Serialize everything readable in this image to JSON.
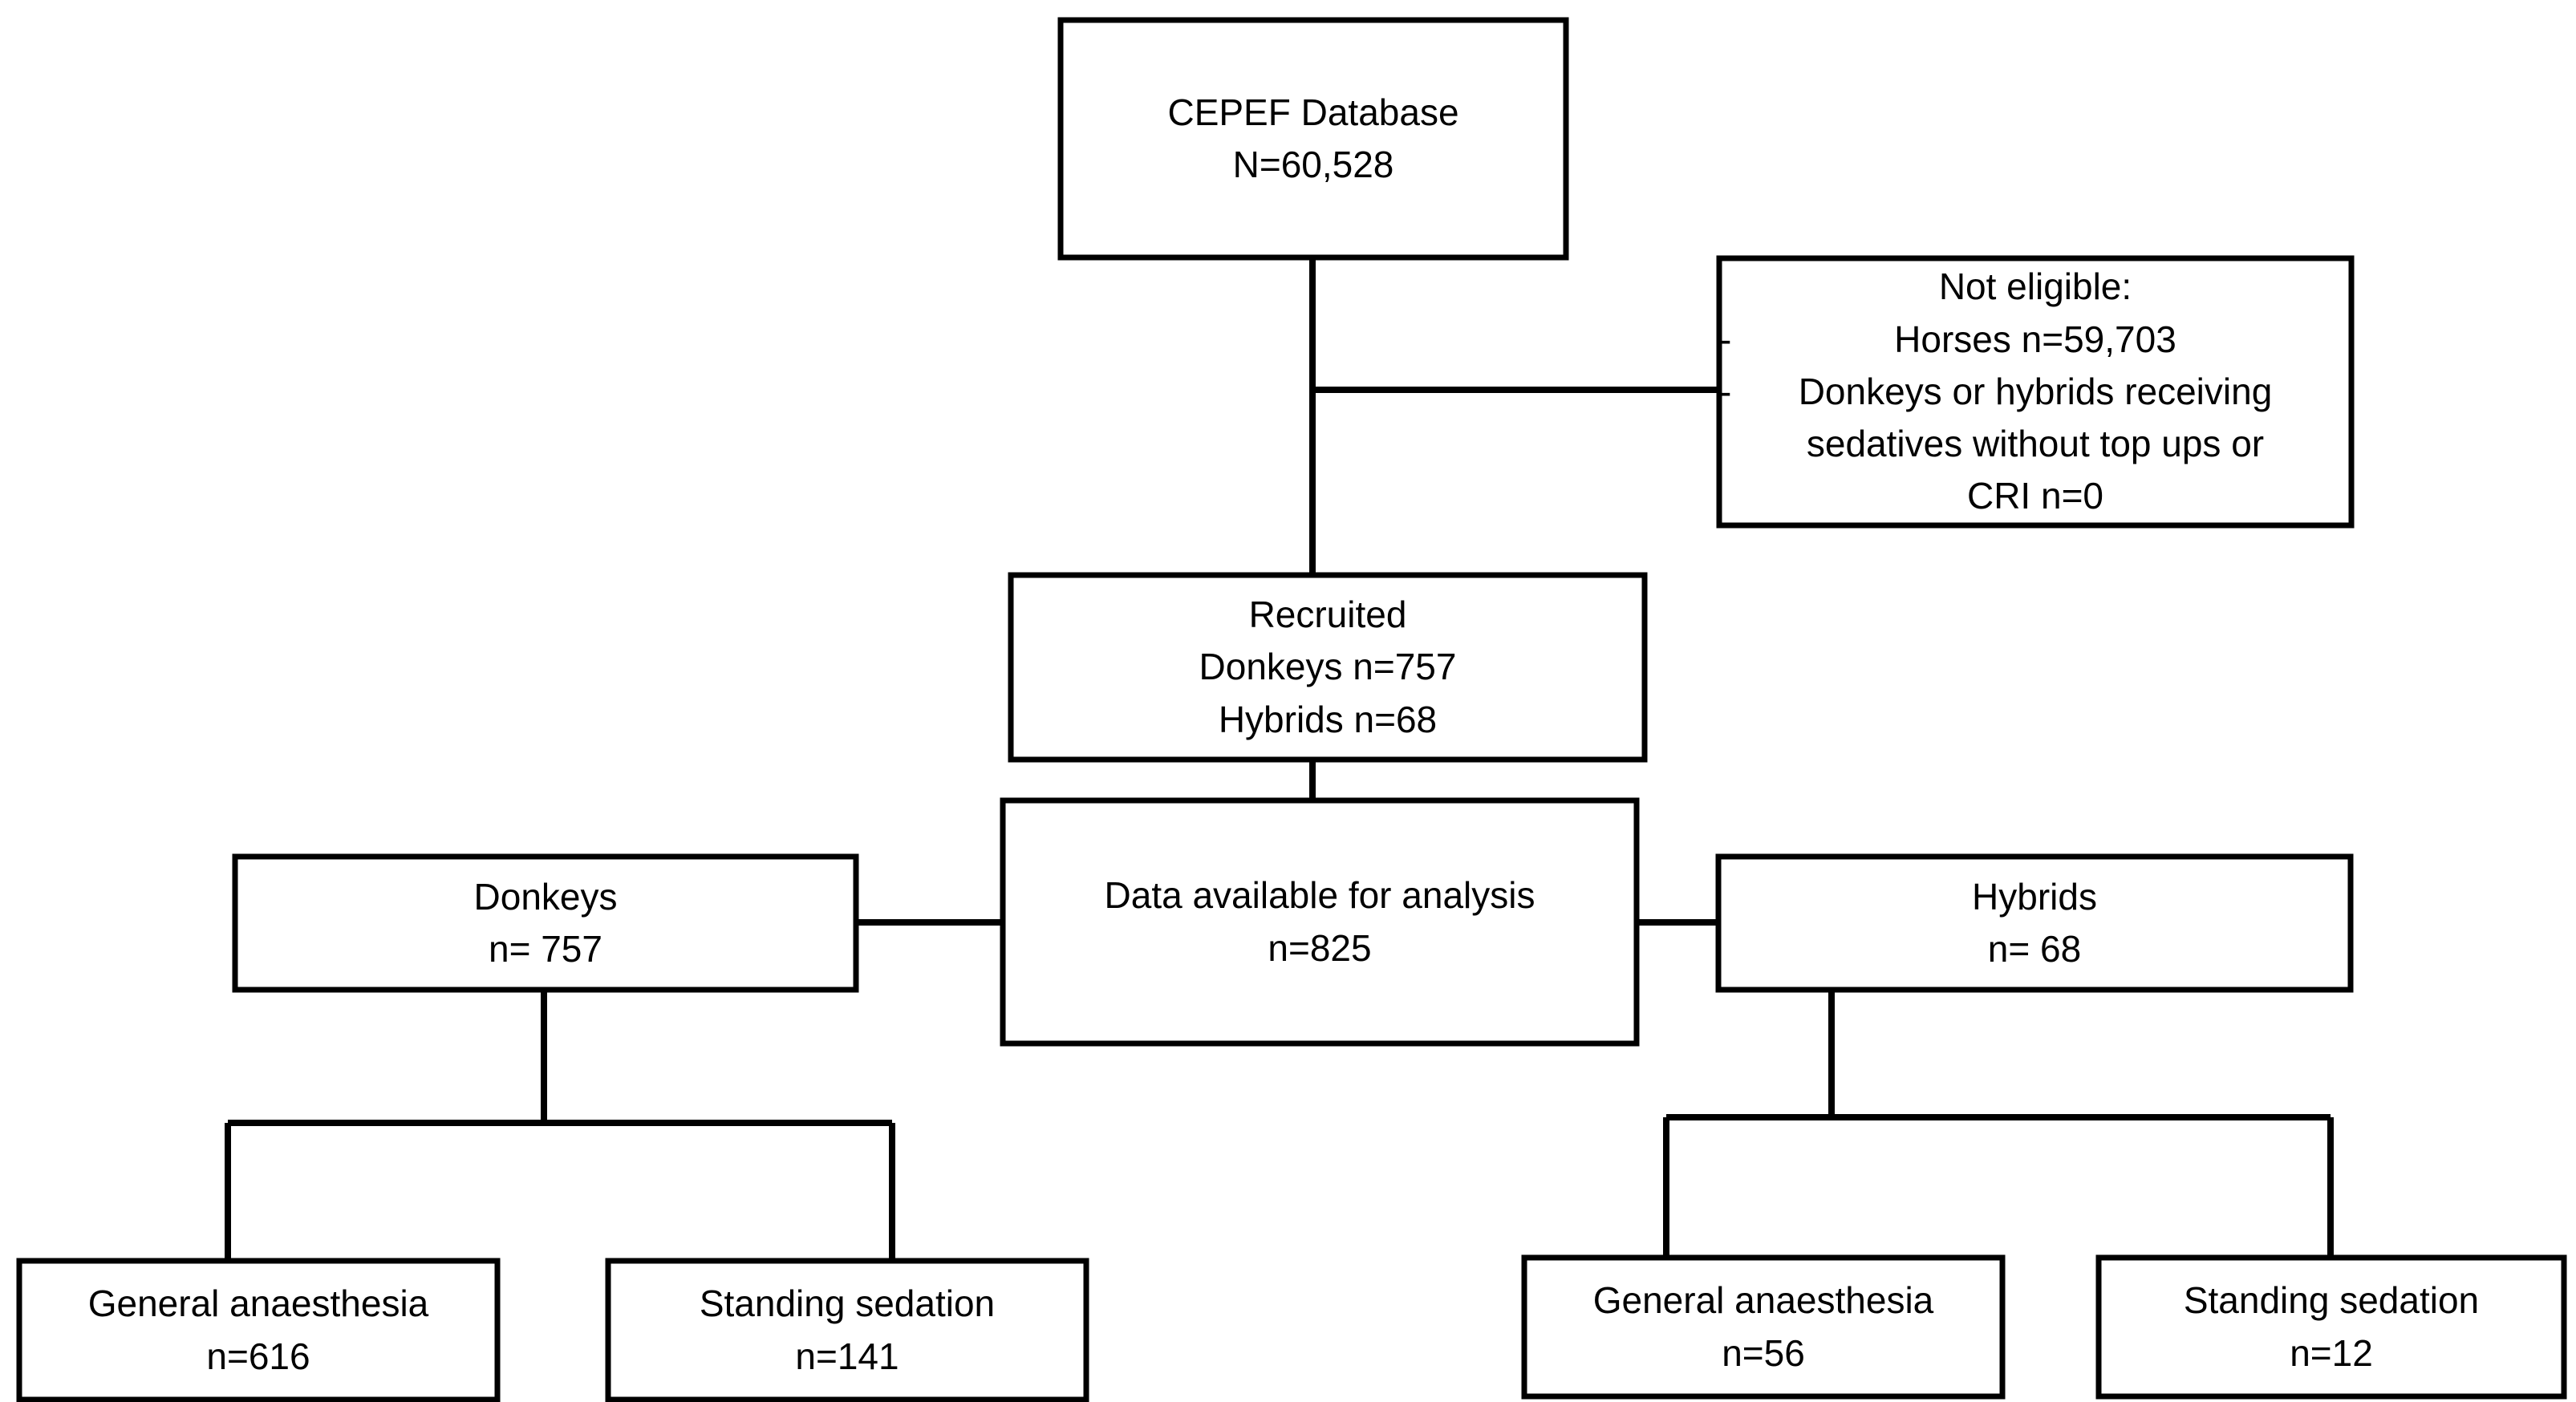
{
  "diagram": {
    "type": "study-flow-diagram",
    "nodes": {
      "database": {
        "label": "CEPEF Database",
        "count_label": "N=60,528"
      },
      "not_eligible": {
        "heading": "Not eligible:",
        "bullet_marker": "-",
        "items": [
          "Horses n=59,703",
          "Donkeys or hybrids receiving sedatives without top ups or CRI n=0"
        ],
        "item_lines": [
          [
            "Horses n=59,703"
          ],
          [
            "Donkeys or hybrids receiving",
            "sedatives without top ups or",
            "CRI n=0"
          ]
        ]
      },
      "recruited": {
        "label": "Recruited",
        "donkeys_label": "Donkeys n=757",
        "hybrids_label": "Hybrids n=68"
      },
      "analysis": {
        "label": "Data available for analysis",
        "count_label": "n=825"
      },
      "donkeys": {
        "label": "Donkeys",
        "count_label": "n= 757"
      },
      "hybrids": {
        "label": "Hybrids",
        "count_label": "n= 68"
      },
      "donkeys_ga": {
        "label": "General anaesthesia",
        "count_label": "n=616"
      },
      "donkeys_ss": {
        "label": "Standing sedation",
        "count_label": "n=141"
      },
      "hybrids_ga": {
        "label": "General anaesthesia",
        "count_label": "n=56"
      },
      "hybrids_ss": {
        "label": "Standing sedation",
        "count_label": "n=12"
      }
    },
    "colors": {
      "stroke": "#000000",
      "fill": "#ffffff",
      "text": "#000000"
    }
  }
}
